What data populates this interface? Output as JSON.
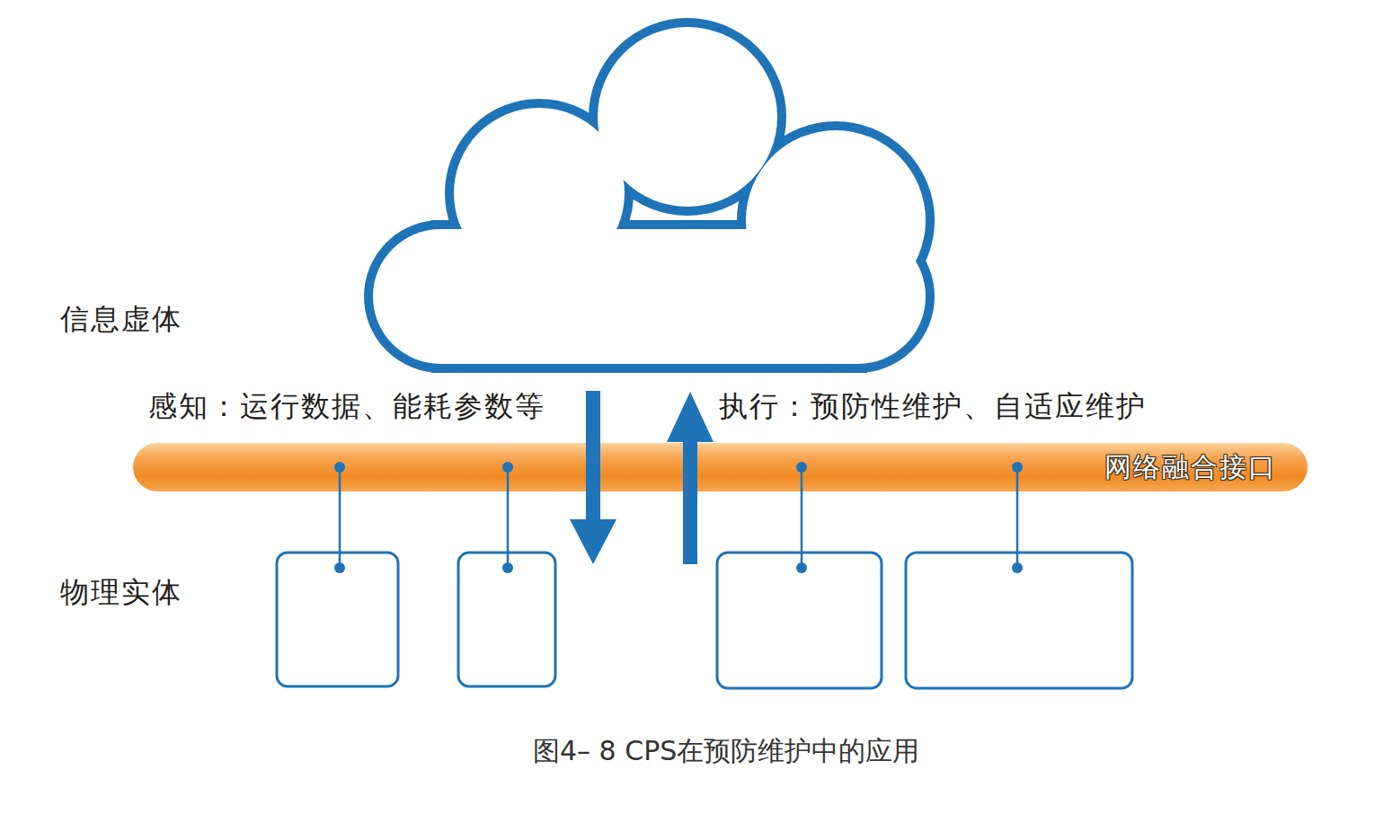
{
  "diagram": {
    "caption": "图4– 8 CPS在预防维护中的应用",
    "nodes": [
      {
        "text": [
          "网络融合接口"
        ]
      }
    ],
    "labels": [
      "信息虚体",
      "感知：运行数据、能耗参数等",
      "执行：预防性维护、自适应维护",
      "物理实体"
    ]
  }
}
